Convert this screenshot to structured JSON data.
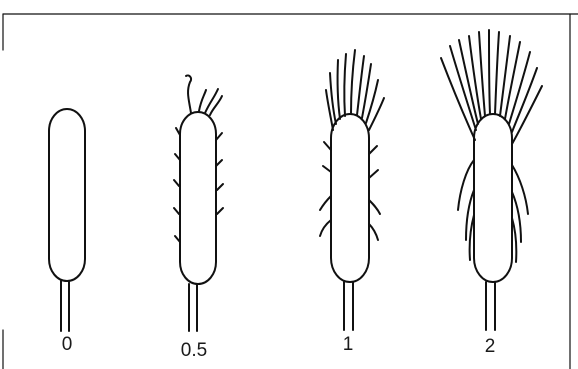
{
  "stages": [
    {
      "label": "0"
    },
    {
      "label": "0.5"
    },
    {
      "label": "1"
    },
    {
      "label": "2"
    }
  ],
  "colors": {
    "ink": "#111111",
    "frame": "#222222",
    "background": "#ffffff"
  }
}
